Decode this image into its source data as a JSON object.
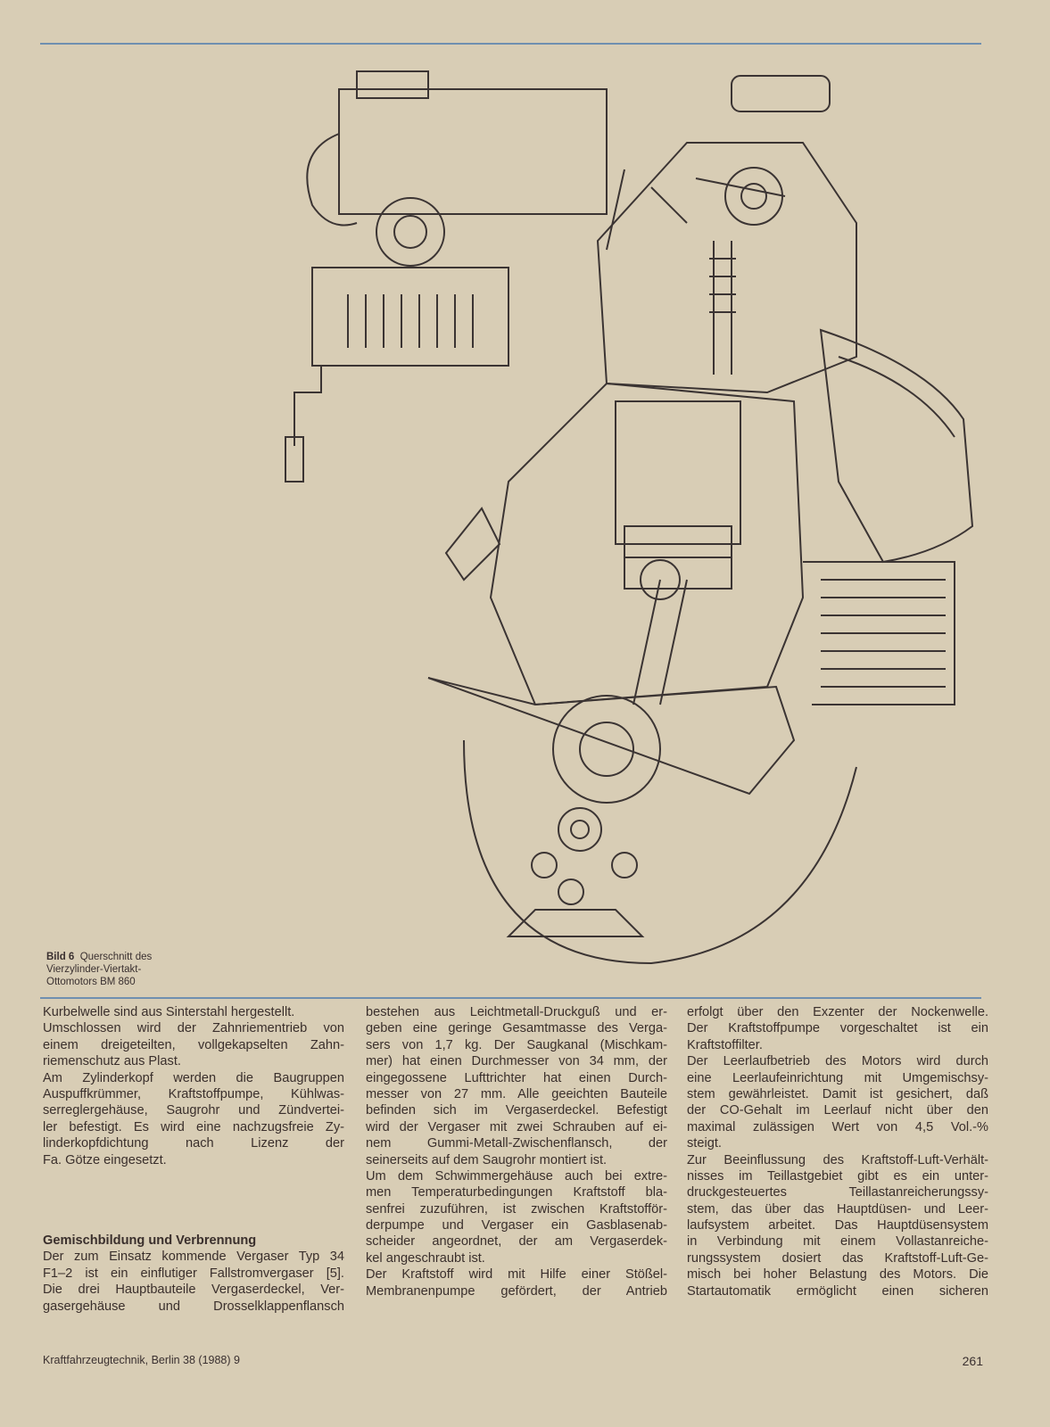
{
  "figure": {
    "label": "Bild 6",
    "caption_lines": [
      "Querschnitt des",
      "Vierzylinder-Viertakt-",
      "Ottomotors BM 860"
    ]
  },
  "columns": [
    {
      "lines": [
        {
          "t": "Kurbelwelle sind aus Sinterstahl hergestellt.",
          "end": true
        },
        {
          "t": "Umschlossen wird der Zahnriementrieb von"
        },
        {
          "t": "einem dreigeteilten, vollgekapselten Zahn-"
        },
        {
          "t": "riemenschutz aus Plast.",
          "end": true
        },
        {
          "t": "Am Zylinderkopf werden die Baugruppen"
        },
        {
          "t": "Auspuffkrümmer, Kraftstoffpumpe, Kühlwas-"
        },
        {
          "t": "serreglergehäuse, Saugrohr und Zündvertei-"
        },
        {
          "t": "ler befestigt. Es wird eine nachzugsfreie Zy-"
        },
        {
          "t": "linderkopfdichtung nach Lizenz der"
        },
        {
          "t": "Fa. Götze eingesetzt.",
          "end": true
        }
      ],
      "heading": "Gemischbildung und Verbrennung",
      "lines2": [
        {
          "t": "Der zum Einsatz kommende Vergaser Typ 34"
        },
        {
          "t": "F1–2 ist ein einflutiger Fallstromvergaser [5]."
        },
        {
          "t": "Die drei Hauptbauteile Vergaserdeckel, Ver-"
        },
        {
          "t": "gasergehäuse und Drosselklappenflansch"
        }
      ]
    },
    {
      "lines": [
        {
          "t": "bestehen aus Leichtmetall-Druckguß und er-"
        },
        {
          "t": "geben eine geringe Gesamtmasse des Verga-"
        },
        {
          "t": "sers von 1,7 kg. Der Saugkanal (Mischkam-"
        },
        {
          "t": "mer) hat einen Durchmesser von 34 mm, der"
        },
        {
          "t": "eingegossene Lufttrichter hat einen Durch-"
        },
        {
          "t": "messer von 27 mm. Alle geeichten Bauteile"
        },
        {
          "t": "befinden sich im Vergaserdeckel. Befestigt"
        },
        {
          "t": "wird der Vergaser mit zwei Schrauben auf ei-"
        },
        {
          "t": "nem Gummi-Metall-Zwischenflansch, der"
        },
        {
          "t": "seinerseits auf dem Saugrohr montiert ist.",
          "end": true
        },
        {
          "t": "Um dem Schwimmergehäuse auch bei extre-"
        },
        {
          "t": "men Temperaturbedingungen Kraftstoff bla-"
        },
        {
          "t": "senfrei zuzuführen, ist zwischen Kraftstofför-"
        },
        {
          "t": "derpumpe und Vergaser ein Gasblasenab-"
        },
        {
          "t": "scheider angeordnet, der am Vergaserdek-"
        },
        {
          "t": "kel angeschraubt ist.",
          "end": true
        },
        {
          "t": "Der Kraftstoff wird mit Hilfe einer Stößel-"
        },
        {
          "t": "Membranenpumpe gefördert, der Antrieb"
        }
      ]
    },
    {
      "lines": [
        {
          "t": "erfolgt über den Exzenter der Nockenwelle."
        },
        {
          "t": "Der Kraftstoffpumpe vorgeschaltet ist ein"
        },
        {
          "t": "Kraftstoffilter.",
          "end": true
        },
        {
          "t": "Der Leerlaufbetrieb des Motors wird durch"
        },
        {
          "t": "eine Leerlaufeinrichtung mit Umgemischsy-"
        },
        {
          "t": "stem gewährleistet. Damit ist gesichert, daß"
        },
        {
          "t": "der CO-Gehalt im Leerlauf nicht über den"
        },
        {
          "t": "maximal zulässigen Wert von 4,5 Vol.-%"
        },
        {
          "t": "steigt.",
          "end": true
        },
        {
          "t": "Zur Beeinflussung des Kraftstoff-Luft-Verhält-"
        },
        {
          "t": "nisses im Teillastgebiet gibt es ein unter-"
        },
        {
          "t": "druckgesteuertes Teillastanreicherungssy-"
        },
        {
          "t": "stem, das über das Hauptdüsen- und Leer-"
        },
        {
          "t": "laufsystem arbeitet. Das Hauptdüsensystem"
        },
        {
          "t": "in Verbindung mit einem Vollastanreiche-"
        },
        {
          "t": "rungssystem dosiert das Kraftstoff-Luft-Ge-"
        },
        {
          "t": "misch bei hoher Belastung des Motors. Die"
        },
        {
          "t": "Startautomatik ermöglicht einen sicheren"
        }
      ]
    }
  ],
  "footer": {
    "journal": "Kraftfahrzeugtechnik, Berlin 38 (1988) 9",
    "page": "261"
  },
  "colors": {
    "rule": "#6f8fb0",
    "paper": "#d8cdb5",
    "ink": "#3a2f2c"
  }
}
